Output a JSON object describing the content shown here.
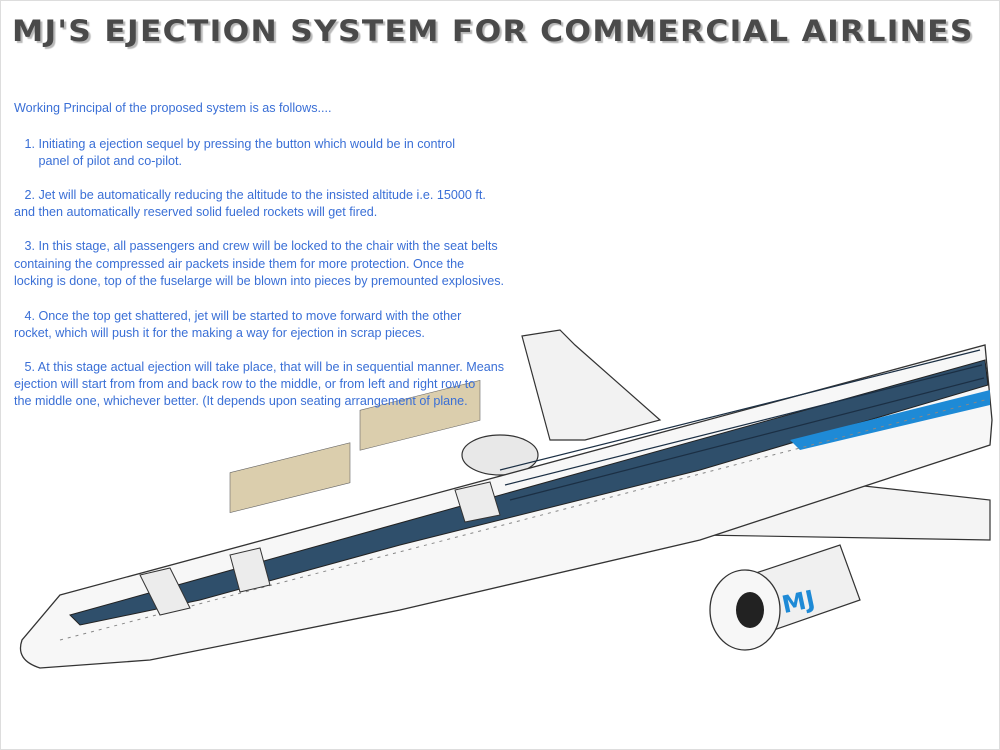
{
  "slide": {
    "title": "MJ'S EJECTION SYSTEM FOR COMMERCIAL AIRLINES",
    "intro": "Working Principal of the proposed system is as follows....",
    "steps": [
      {
        "lines": [
          "   1. Initiating a ejection sequel by pressing the button which would be in control",
          "       panel of pilot and co-pilot."
        ]
      },
      {
        "lines": [
          "   2. Jet will be automatically reducing the altitude to the insisted altitude i.e. 15000 ft.",
          "and then automatically reserved solid fueled rockets will get fired."
        ]
      },
      {
        "lines": [
          "   3. In this stage, all passengers and crew will be locked to the chair with the seat belts",
          "containing the compressed air packets inside them for more protection. Once the",
          "locking is done, top of the fuselarge will be blown into pieces by premounted explosives."
        ]
      },
      {
        "lines": [
          "   4. Once the top get shattered, jet will be started to move forward with the other",
          "rocket, which will push it for the making a way for ejection in scrap pieces."
        ]
      },
      {
        "lines": [
          "   5. At this stage actual ejection will take place, that will be in sequential manner. Means",
          "ejection will start from from and back row to the middle, or from left and right row to",
          "the middle one, whichever better. (It depends upon seating arrangement of plane."
        ]
      }
    ],
    "engine_logo": "MJ",
    "colors": {
      "text": "#3a6fd6",
      "title": "#4a4a4a",
      "cabin": "#2f4f6b",
      "logo": "#1e8ad6"
    }
  }
}
